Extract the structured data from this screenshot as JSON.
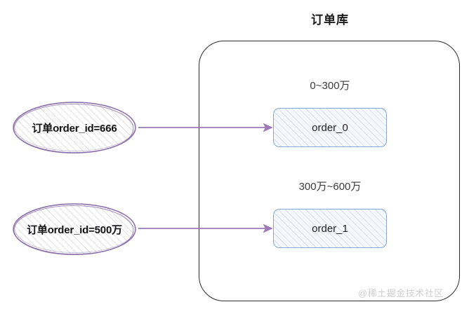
{
  "diagram": {
    "title": "订单库",
    "watermark": "@稀土掘金技术社区",
    "container": {
      "name": "order-database-container"
    },
    "shards": [
      {
        "range_label": "0~300万",
        "table_name": "order_0"
      },
      {
        "range_label": "300万~600万",
        "table_name": "order_1"
      }
    ],
    "sources": [
      {
        "label": "订单order_id=666",
        "target": "order_0"
      },
      {
        "label": "订单order_id=500万",
        "target": "order_1"
      }
    ],
    "colors": {
      "container_stroke": "#2b2b2b",
      "shard_stroke": "#8aa6cc",
      "shard_fill": "#f4f8fd",
      "ellipse_stroke": "#8a6fa8",
      "arrow": "#9b79b5",
      "title_text": "#1a1a1a",
      "watermark_text": "#cfcfcf"
    }
  }
}
